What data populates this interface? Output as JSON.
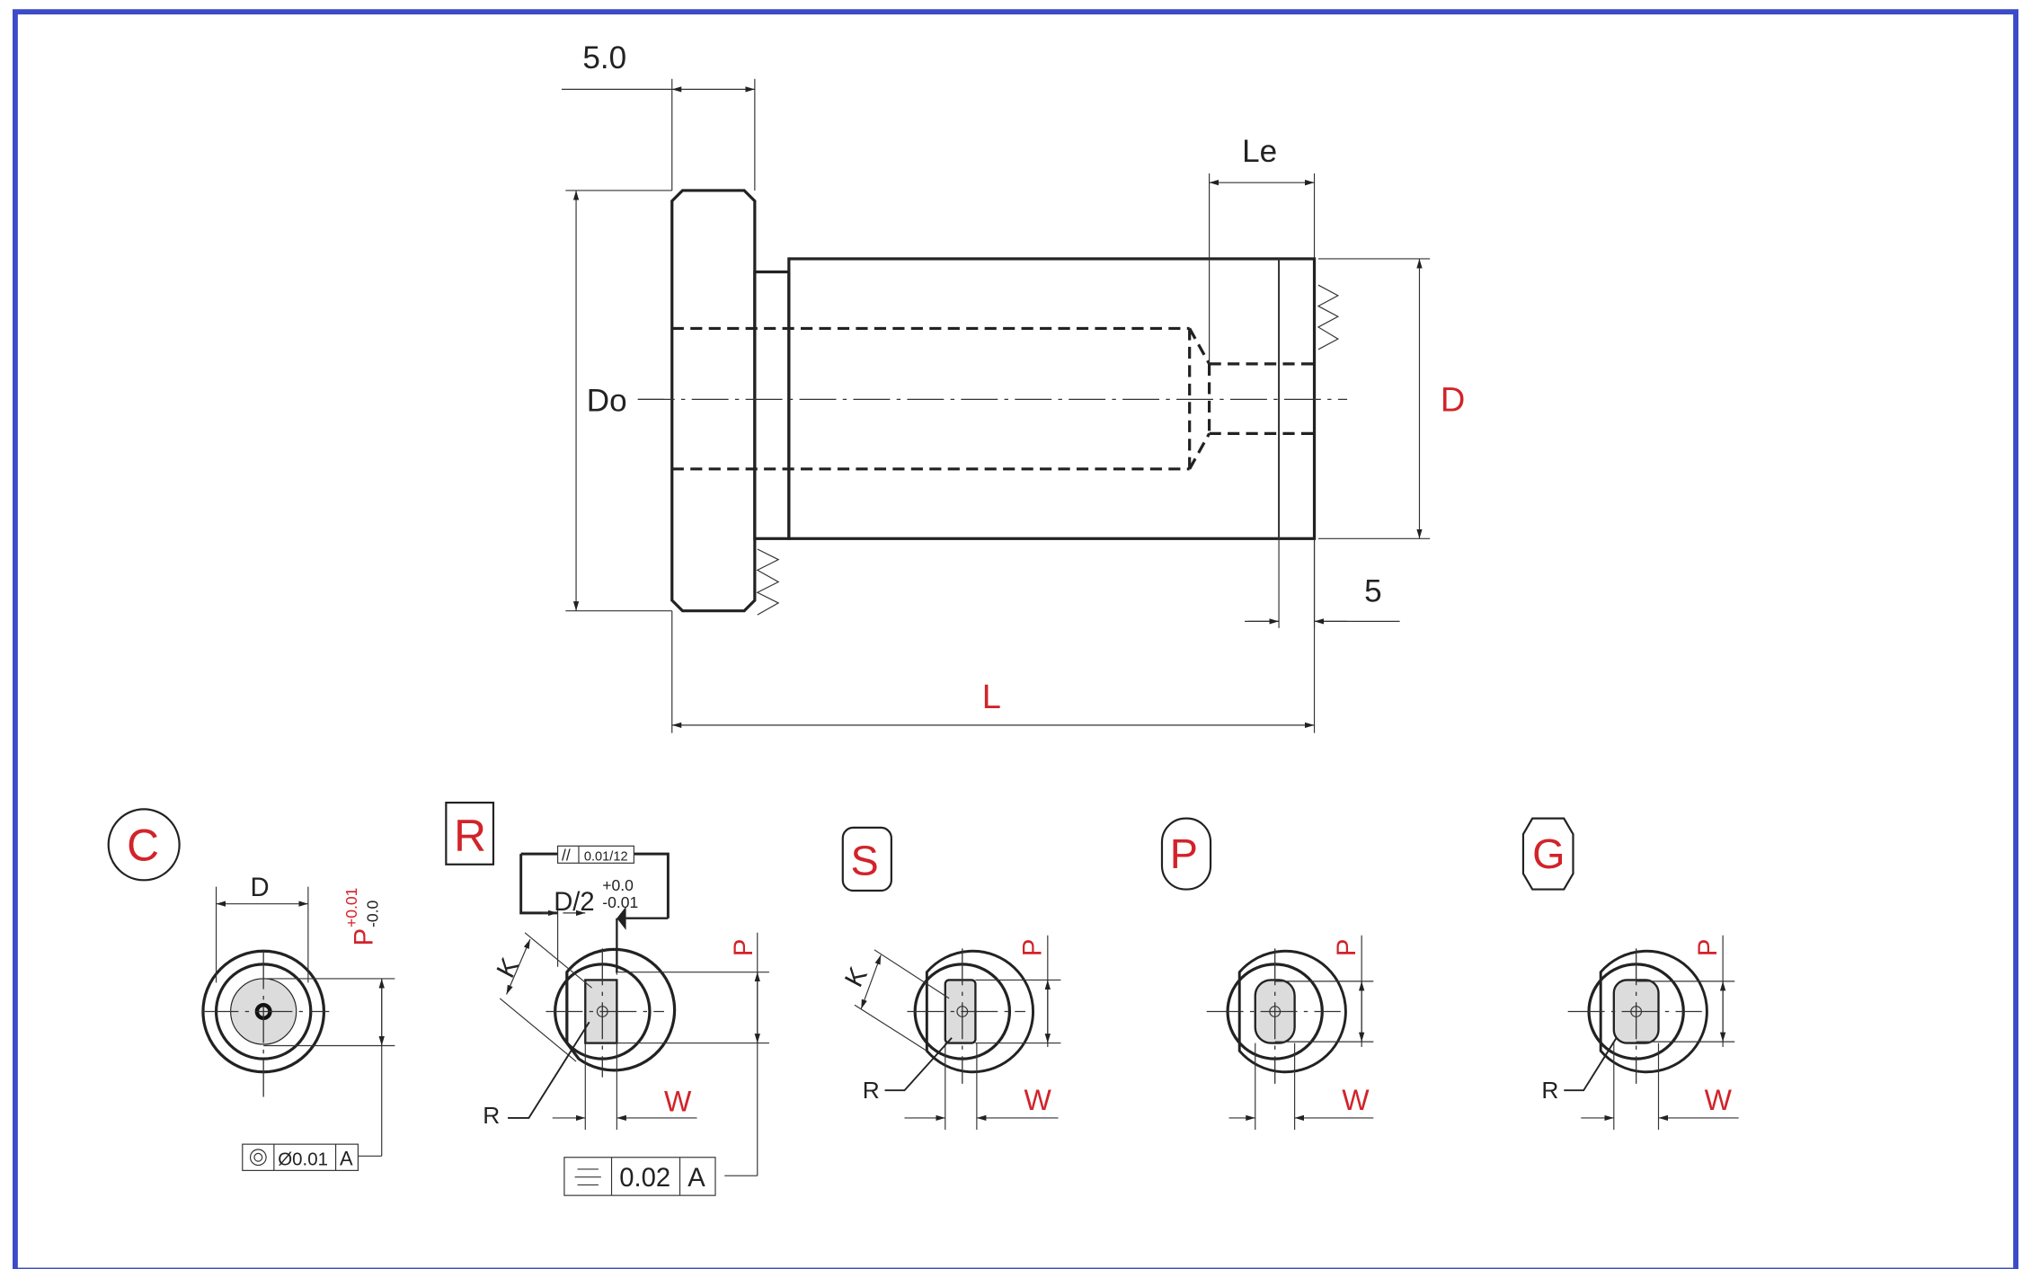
{
  "colors": {
    "frame": "#3c4bc8",
    "accent": "#d2232a",
    "line": "#222222"
  },
  "main_view": {
    "flange_thickness": "5.0",
    "engagement_length": "Le",
    "flange_diameter": "Do",
    "diameter": "D",
    "end_length": "5",
    "length": "L"
  },
  "variants": {
    "C": {
      "label": "C",
      "dim_d": "D",
      "dim_p": "P",
      "tol_plus": "+0.01",
      "tol_minus": "-0.0",
      "fcf_value": "Ø0.01",
      "fcf_datum": "A"
    },
    "R": {
      "label": "R",
      "parallel_tol": "0.01/12",
      "half_d": "D/2",
      "tol_plus": "+0.0",
      "tol_minus": "-0.01",
      "k": "K",
      "p": "P",
      "r": "R",
      "w": "W",
      "sym_value": "0.02",
      "sym_datum": "A"
    },
    "S": {
      "label": "S",
      "k": "K",
      "p": "P",
      "r": "R",
      "w": "W"
    },
    "P": {
      "label": "P",
      "p": "P",
      "w": "W"
    },
    "G": {
      "label": "G",
      "p": "P",
      "r": "R",
      "w": "W"
    }
  }
}
